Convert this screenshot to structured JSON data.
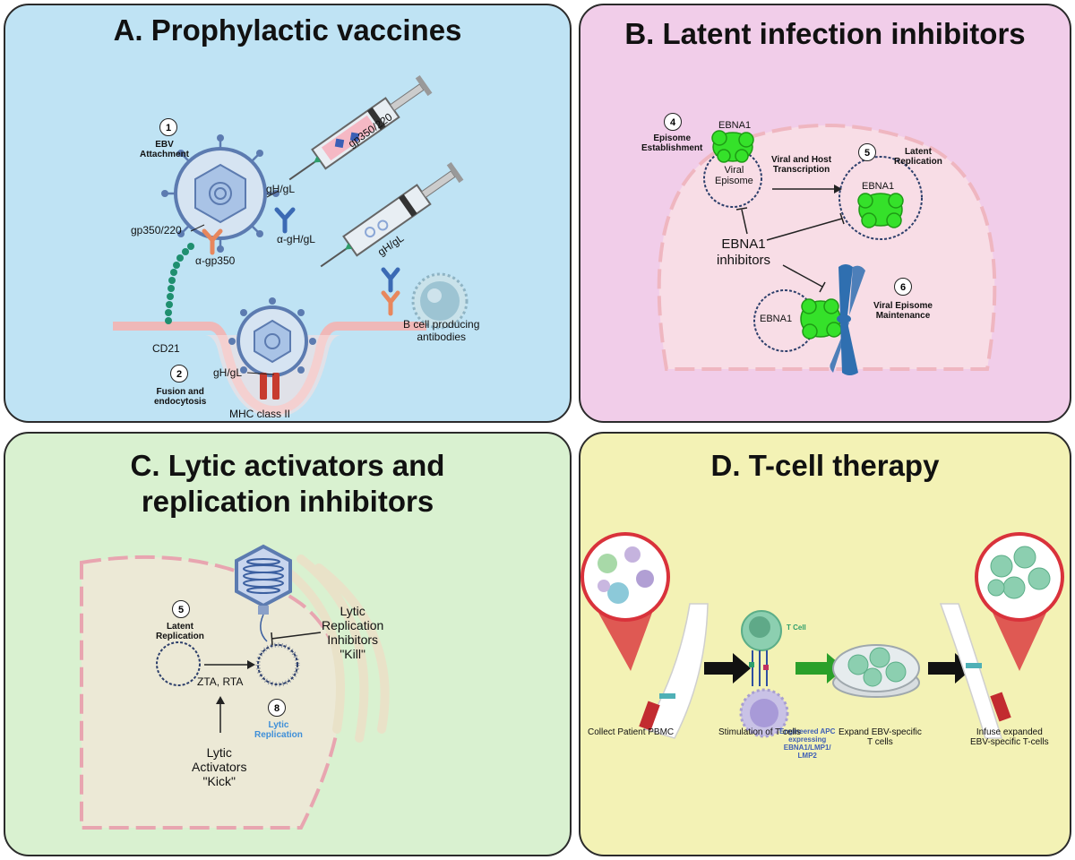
{
  "panel_a": {
    "title": "A. Prophylactic vaccines",
    "step1": {
      "num": "1",
      "label": "EBV\nAttachment"
    },
    "step2": {
      "num": "2",
      "label": "Fusion and\nendocytosis"
    },
    "syringe1_label": "gp350/220",
    "syringe2_label": "gH/gL",
    "gh_gl_top": "gH/gL",
    "anti_ghgl": "α-gH/gL",
    "gp350_220": "gp350/220",
    "anti_gp350": "α-gp350",
    "cd21": "CD21",
    "gh_gl_bottom": "gH/gL",
    "mhc": "MHC class II",
    "bcell": "B cell producing\nantibodies"
  },
  "panel_b": {
    "title": "B. Latent infection inhibitors",
    "step4": {
      "num": "4",
      "label": "Episome\nEstablishment"
    },
    "step5": {
      "num": "5",
      "label": "Latent\nReplication"
    },
    "step6": {
      "num": "6",
      "label": "Viral Episome\nMaintenance"
    },
    "ebna1_top": "EBNA1",
    "viral_episome": "Viral\nEpisome",
    "transcription": "Viral and Host\nTranscription",
    "ebna1_right": "EBNA1",
    "inhibitors": "EBNA1\ninhibitors",
    "ebna1_bottom": "EBNA1"
  },
  "panel_c": {
    "title": "C. Lytic activators and\nreplication inhibitors",
    "step5": {
      "num": "5",
      "label": "Latent\nReplication"
    },
    "step8": {
      "num": "8",
      "label": "Lytic\nReplication"
    },
    "zta_rta": "ZTA, RTA",
    "replication_inhibitors": "Lytic\nReplication\nInhibitors\n\"Kill\"",
    "activators": "Lytic\nActivators\n\"Kick\""
  },
  "panel_d": {
    "title": "D. T-cell therapy",
    "tcell": "T Cell",
    "apc": "Engineered APC\nexpressing\nEBNA1/LMP1/\nLMP2",
    "step_collect": "Collect Patient PBMC",
    "step_stimulate": "Stimulation of T cells",
    "step_expand": "Expand EBV-specific\nT cells",
    "step_infuse": "Infuse expanded\nEBV-specific T-cells"
  },
  "colors": {
    "panel_a": "#bfe3f4",
    "panel_b": "#f1cde9",
    "panel_c": "#d9f1d0",
    "panel_d": "#f3f2b5",
    "ebna1": "#35e12a",
    "virus": "#5c7bb0",
    "lytic_blue": "#3f8fd8"
  }
}
